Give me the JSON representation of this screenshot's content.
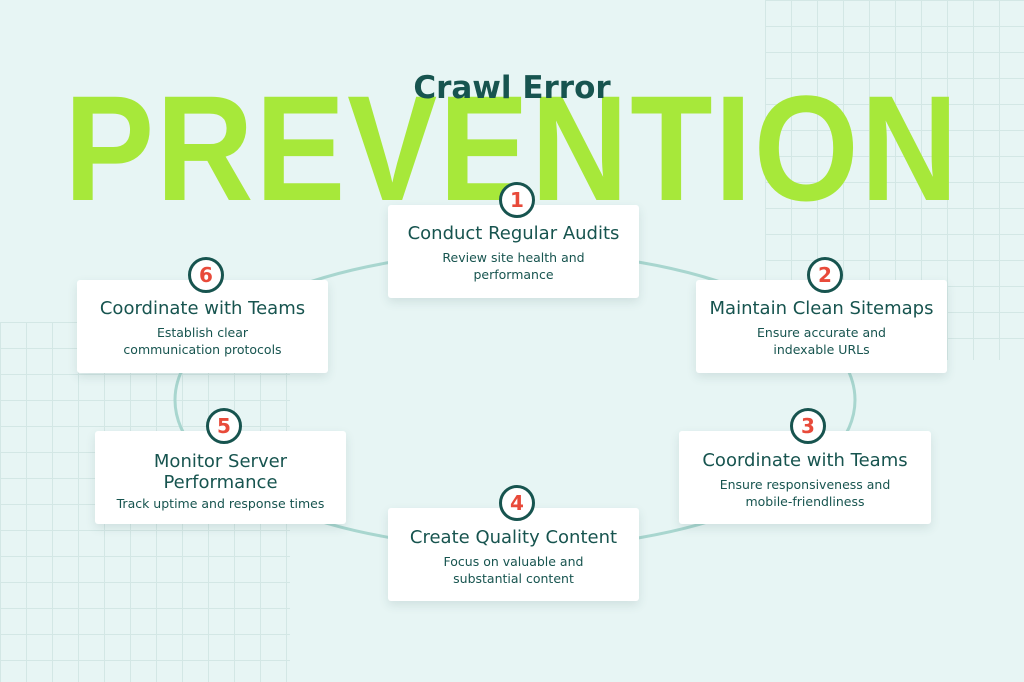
{
  "title": {
    "small": "Crawl Error",
    "big": "PREVENTION"
  },
  "steps": [
    {
      "number": "1",
      "title": "Conduct Regular Audits",
      "desc": "Review site health and performance"
    },
    {
      "number": "2",
      "title": "Maintain Clean Sitemaps",
      "desc": "Ensure accurate and indexable URLs"
    },
    {
      "number": "3",
      "title": "Coordinate with Teams",
      "desc": "Ensure responsiveness and mobile-friendliness"
    },
    {
      "number": "4",
      "title": "Create Quality Content",
      "desc": "Focus on valuable and substantial content"
    },
    {
      "number": "5",
      "title": "Monitor Server Performance",
      "desc": "Track uptime and response times"
    },
    {
      "number": "6",
      "title": "Coordinate with Teams",
      "desc": "Establish clear communication protocols"
    }
  ],
  "colors": {
    "background": "#e7f5f4",
    "accent_green": "#a7e83a",
    "dark_teal": "#17544f",
    "number_red": "#e84a3a",
    "ring": "#a8d6cf"
  }
}
